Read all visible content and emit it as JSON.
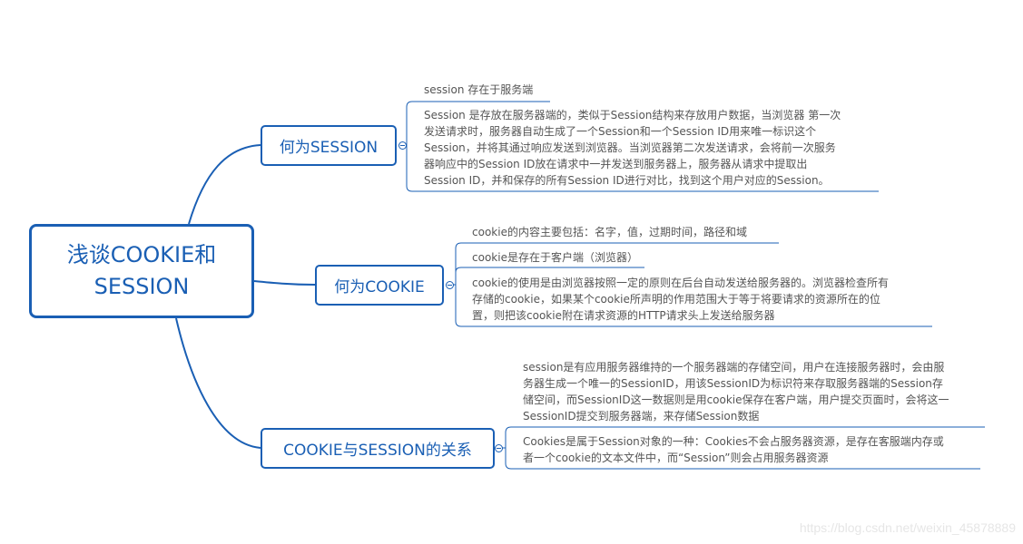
{
  "central": {
    "line1": "浅谈COOKIE和",
    "line2": "SESSION"
  },
  "branches": [
    {
      "title": "何为SESSION",
      "items": [
        {
          "lines": [
            "session 存在于服务端"
          ]
        },
        {
          "lines": [
            "Session 是存放在服务器端的，类似于Session结构来存放用户数据，当浏览器 第一次",
            "发送请求时，服务器自动生成了一个Session和一个Session ID用来唯一标识这个",
            "Session，并将其通过响应发送到浏览器。当浏览器第二次发送请求，会将前一次服务",
            "器响应中的Session ID放在请求中一并发送到服务器上，服务器从请求中提取出",
            "Session ID，并和保存的所有Session ID进行对比，找到这个用户对应的Session。"
          ]
        }
      ]
    },
    {
      "title": "何为COOKIE",
      "items": [
        {
          "lines": [
            "cookie的内容主要包括：名字，值，过期时间，路径和域"
          ]
        },
        {
          "lines": [
            "cookie是存在于客户端（浏览器）"
          ]
        },
        {
          "lines": [
            "cookie的使用是由浏览器按照一定的原则在后台自动发送给服务器的。浏览器检查所有",
            "存储的cookie，如果某个cookie所声明的作用范围大于等于将要请求的资源所在的位",
            "置，则把该cookie附在请求资源的HTTP请求头上发送给服务器"
          ]
        }
      ]
    },
    {
      "title": "COOKIE与SESSION的关系",
      "items": [
        {
          "lines": [
            "session是有应用服务器维持的一个服务器端的存储空间，用户在连接服务器时，会由服",
            "务器生成一个唯一的SessionID，用该SessionID为标识符来存取服务器端的Session存",
            "储空间，而SessionID这一数据则是用cookie保存在客户端，用户提交页面时，会将这一",
            "SessionID提交到服务器端，来存储Session数据"
          ]
        },
        {
          "lines": [
            "Cookies是属于Session对象的一种：Cookies不会占服务器资源，是存在客服端内存或",
            "者一个cookie的文本文件中，而“Session”则会占用服务器资源"
          ]
        }
      ]
    }
  ],
  "watermark": "https://blog.csdn.net/weixin_45878889",
  "colors": {
    "accent": "#1a5fb4",
    "text": "#555555"
  }
}
